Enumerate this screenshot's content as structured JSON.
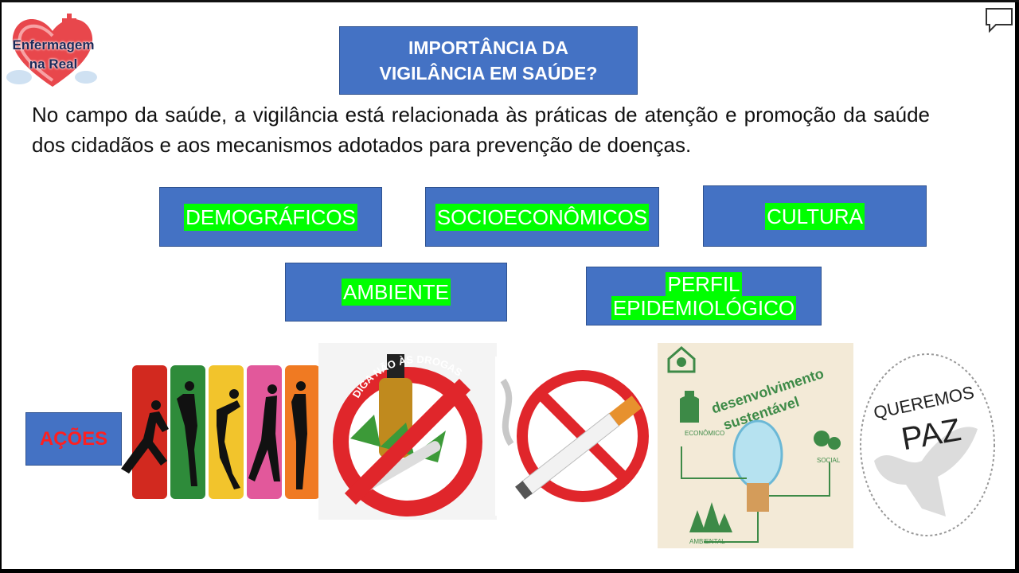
{
  "logo": {
    "line1": "Enfermagem",
    "line2": "na Real"
  },
  "title": "IMPORTÂNCIA DA\nVIGILÂNCIA EM SAÚDE?",
  "paragraph": "No campo da saúde, a vigilância está relacionada às práticas de atenção e promoção da saúde dos cidadãos e aos mecanismos adotados para prevenção de doenças.",
  "tags": {
    "demograficos": "DEMOGRÁFICOS",
    "socioeconomicos": "SOCIOECONÔMICOS",
    "cultura": "CULTURA",
    "ambiente": "AMBIENTE",
    "perfil_line1": "PERFIL",
    "perfil_line2": "EPIDEMIOLÓGICO"
  },
  "acoes": "AÇÕES",
  "images": {
    "drugs_text": "DIGA NÃO ÀS DROGAS",
    "sust_title1": "desenvolvimento",
    "sust_title2": "sustentável",
    "sust_econ": "ECONÔMICO",
    "sust_social": "SOCIAL",
    "sust_amb": "AMBIENTAL",
    "peace1": "QUEREMOS",
    "peace2": "PAZ"
  },
  "colors": {
    "box_blue": "#4472c4",
    "highlight_green": "#00ff00",
    "acoes_red": "#ff1f1f"
  }
}
